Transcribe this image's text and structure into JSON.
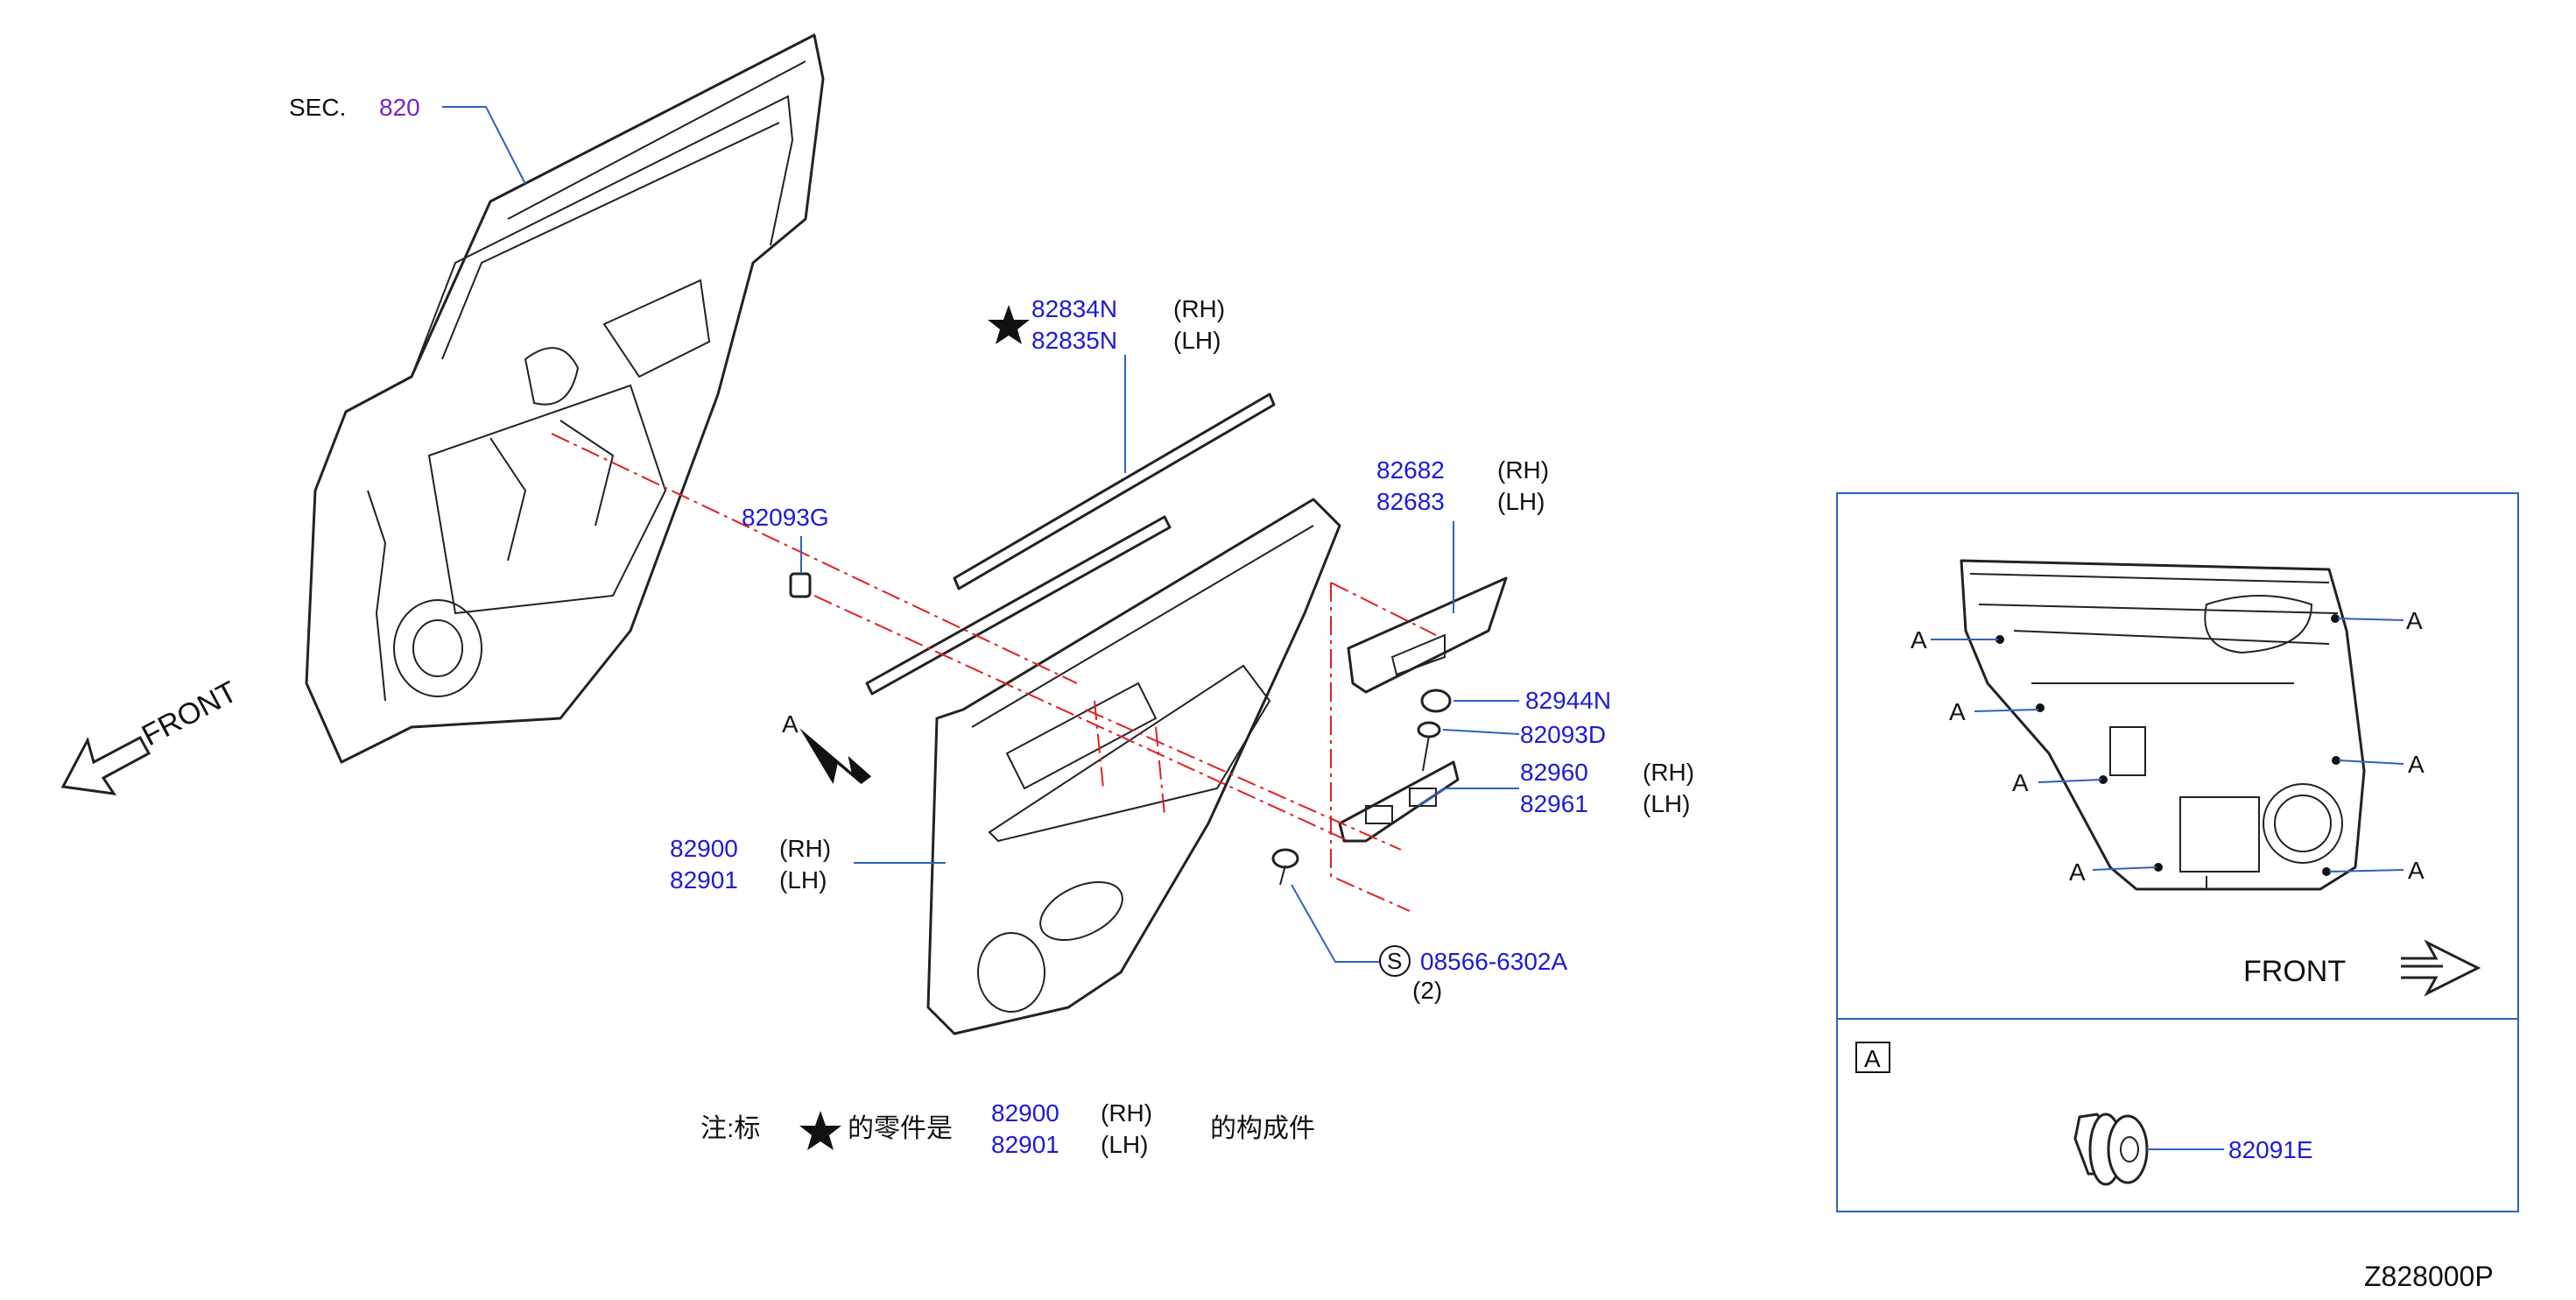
{
  "labels": {
    "sec": "SEC.",
    "sec_num": "820",
    "front_left": "FRONT",
    "front_right": "FRONT",
    "view_a": "A",
    "a": "A",
    "p_82834N": "82834N",
    "p_82835N": "82835N",
    "rh": "(RH)",
    "lh": "(LH)",
    "p_82682": "82682",
    "p_82683": "82683",
    "p_82093G": "82093G",
    "p_82944N": "82944N",
    "p_82093D": "82093D",
    "p_82960": "82960",
    "p_82961": "82961",
    "p_82900": "82900",
    "p_82901": "82901",
    "s": "S",
    "p_08566": "08566-6302A",
    "qty": "(2)",
    "note_prefix": "注:标",
    "note_mid": "的零件是",
    "note_suffix": "的构成件",
    "box_a": "A",
    "p_82091E": "82091E",
    "code": "Z828000P"
  },
  "colors": {
    "part_number": "#1b1bd8",
    "section_ref": "#7a22c8",
    "phantom_line": "#e02020",
    "leader": "#3060c0"
  }
}
